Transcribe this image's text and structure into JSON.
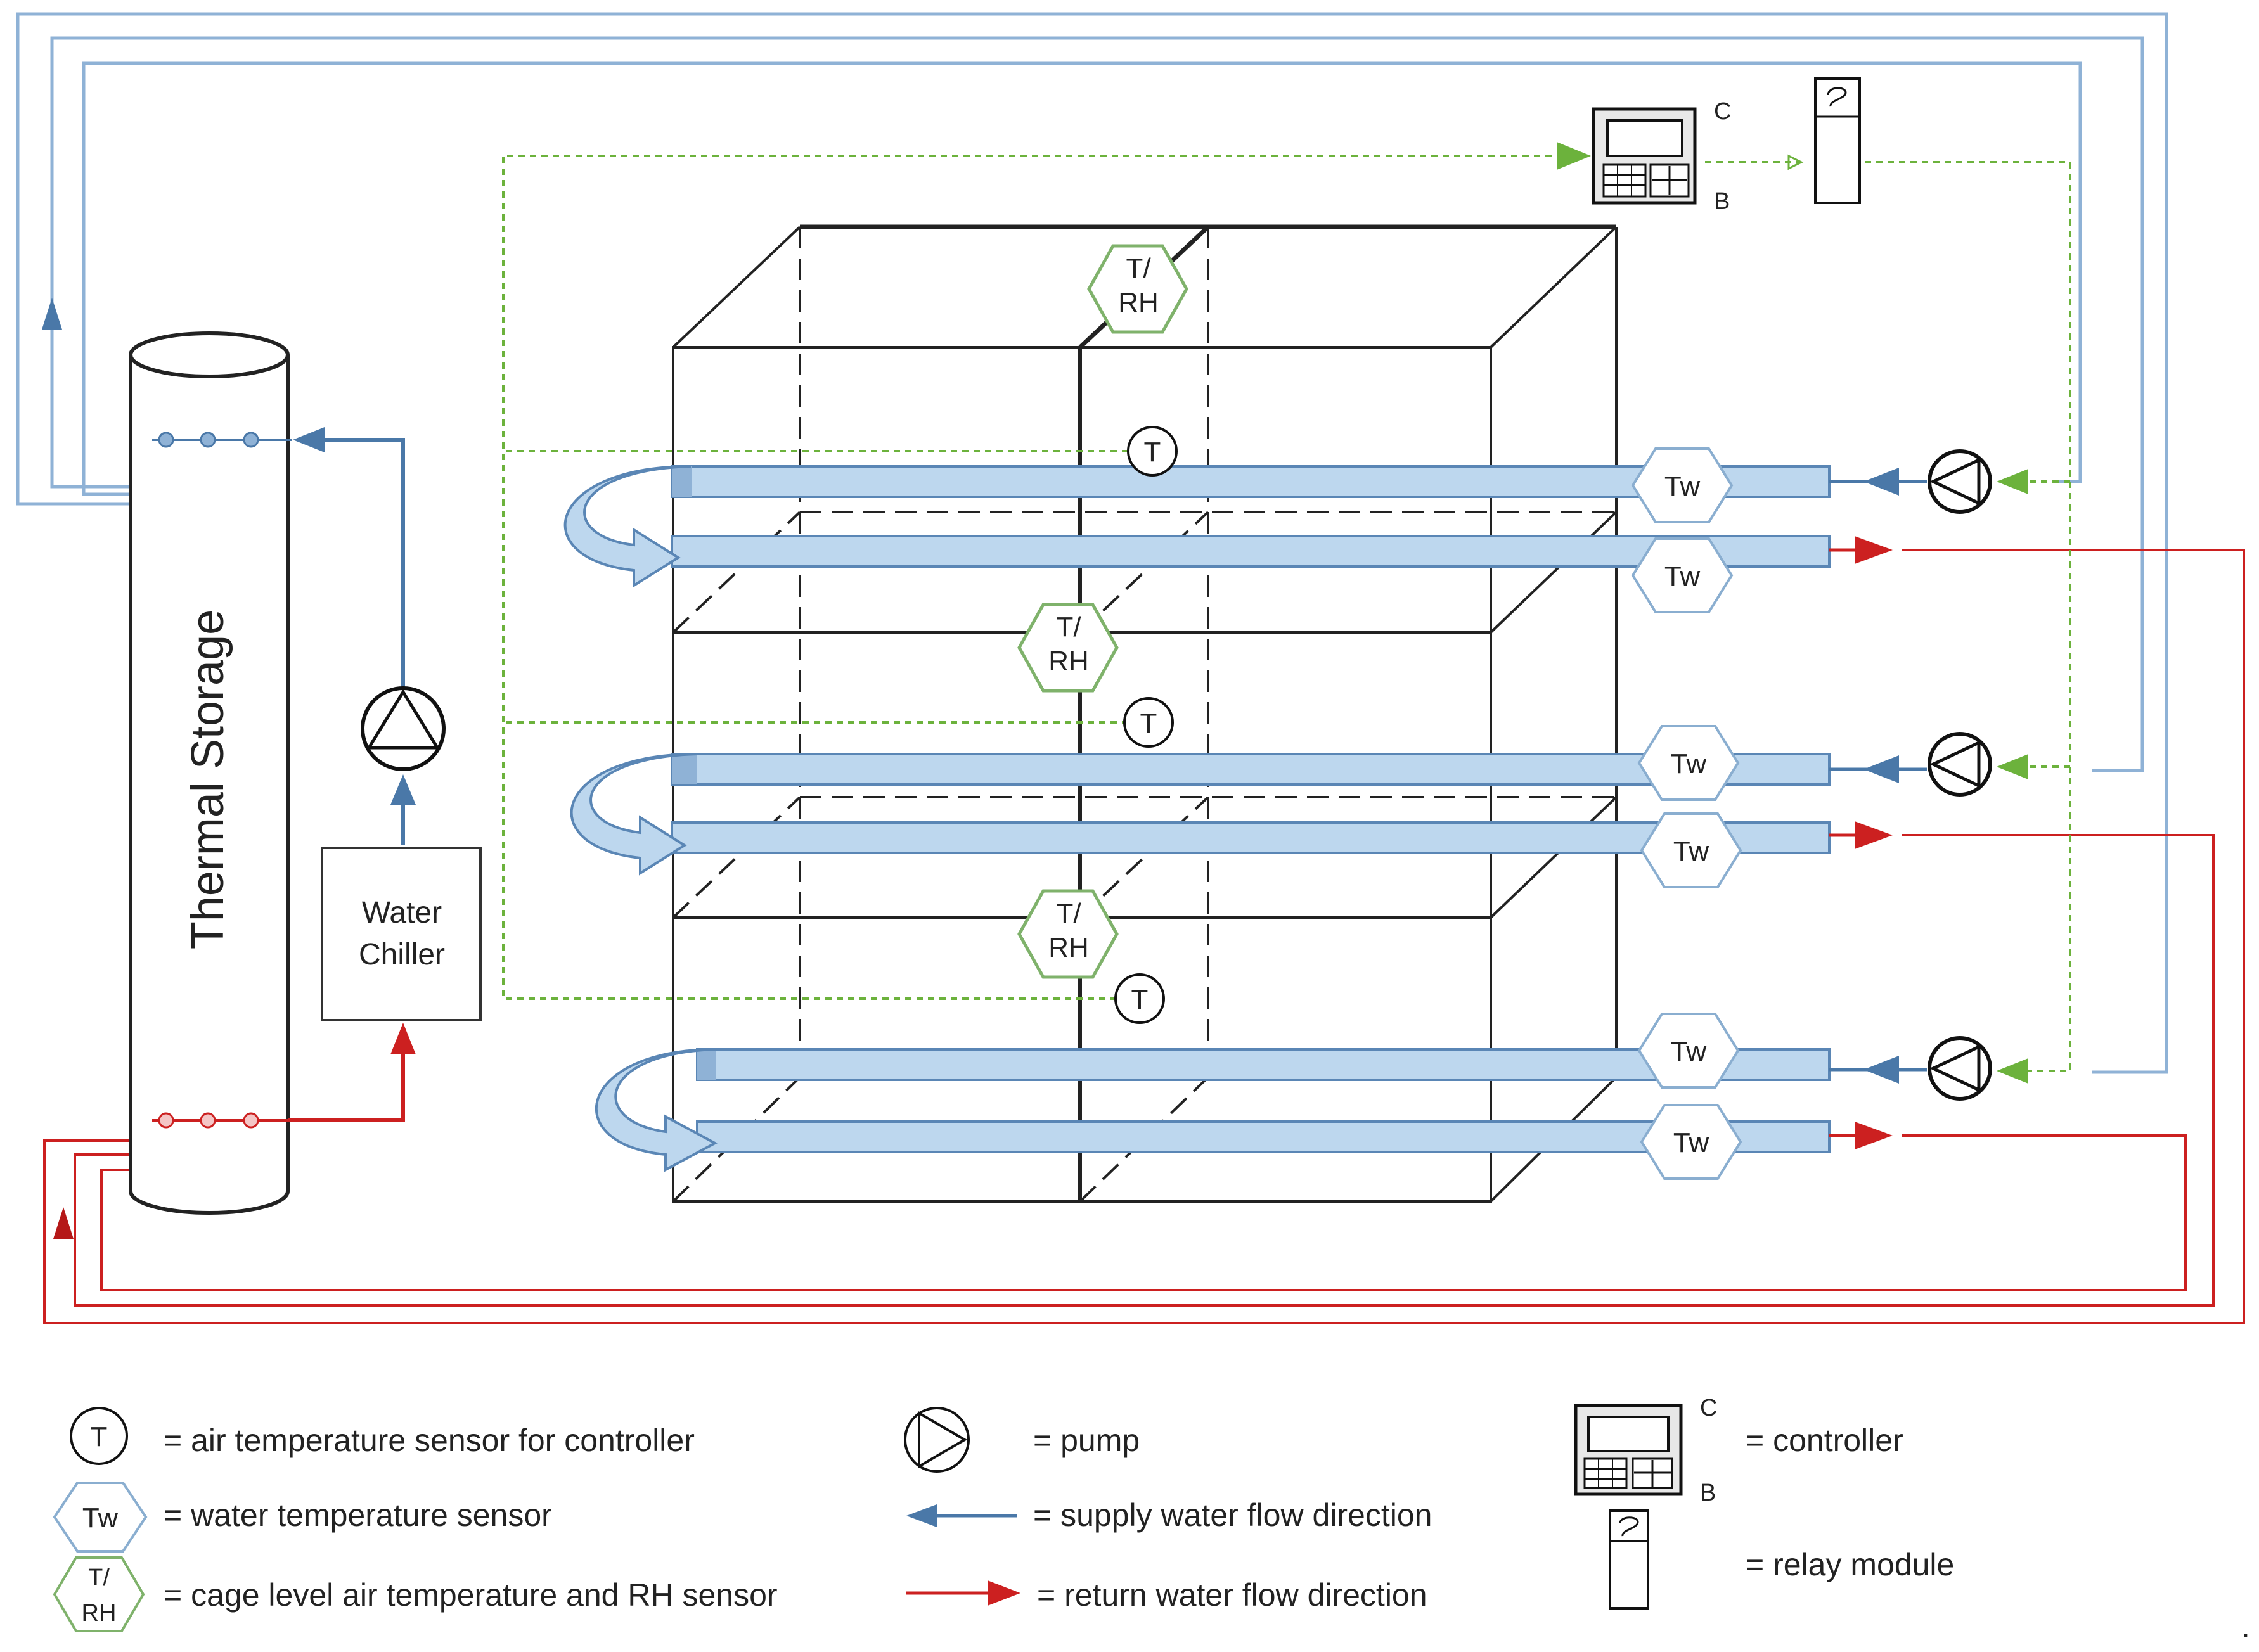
{
  "colors": {
    "supply": "#4a78a8",
    "supply_light": "#8fb2d6",
    "return": "#cc2020",
    "control": "#6cb23c",
    "pipe_fill": "#bdd7ee",
    "pipe_stroke": "#5a86b5",
    "sensor_stroke": "#8aaed0",
    "cage_sensor_stroke": "#7fb26b",
    "frame": "#222222"
  },
  "components": {
    "thermal_storage": {
      "label": "Thermal Storage"
    },
    "water_chiller": {
      "line1": "Water",
      "line2": "Chiller"
    },
    "controller": {
      "c_label": "C",
      "b_label": "B"
    },
    "air_sensor_symbol": "T",
    "water_sensor_symbol": "Tw",
    "cage_sensor_line1": "T/",
    "cage_sensor_line2": "RH",
    "trailing_mark": "."
  },
  "legend": {
    "air_temp": "= air temperature sensor for controller",
    "water_temp": "= water temperature sensor",
    "cage_sensor": "= cage level air temperature and RH sensor",
    "pump": "= pump",
    "supply_flow": "= supply water flow direction",
    "return_flow": "= return water flow direction",
    "controller": "= controller",
    "relay": "= relay module",
    "controller_c": "C",
    "controller_b": "B"
  }
}
